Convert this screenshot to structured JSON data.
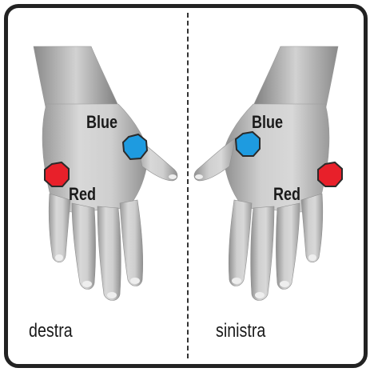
{
  "colors": {
    "blue": "#1e9be0",
    "red": "#e8202a",
    "marker_outline": "#2a2a2a",
    "skin": "#c9c9c9"
  },
  "left_panel": {
    "blue_label": "Blue",
    "red_label": "Red",
    "side_label": "destra"
  },
  "right_panel": {
    "blue_label": "Blue",
    "red_label": "Red",
    "side_label": "sinistra"
  }
}
